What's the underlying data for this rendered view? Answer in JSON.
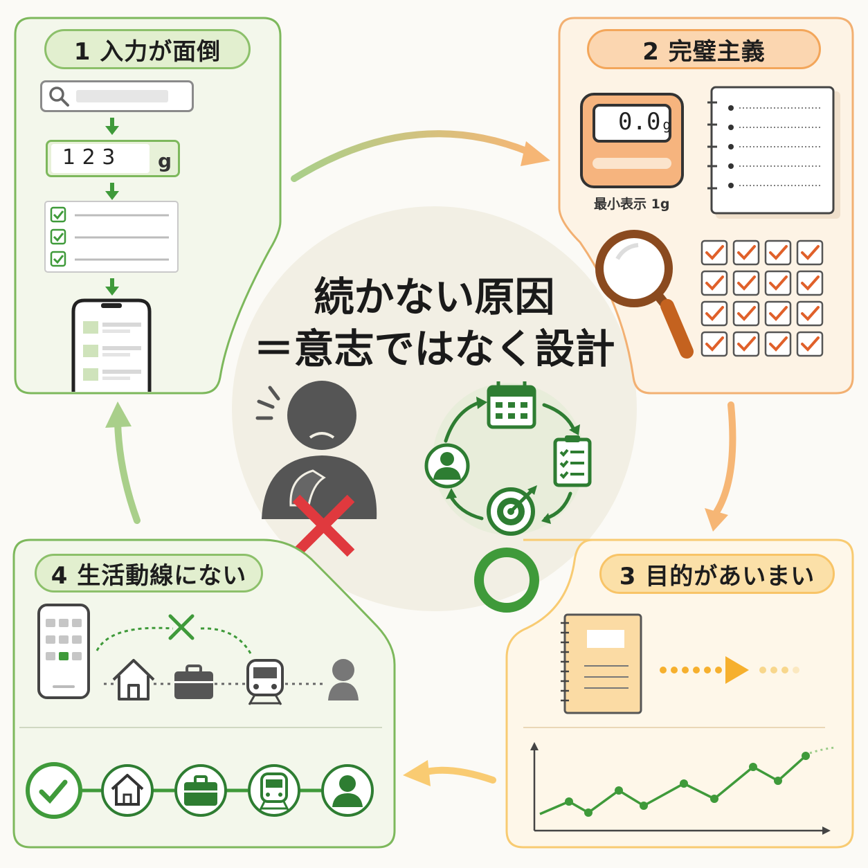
{
  "center": {
    "title_line1": "続かない原因",
    "title_line2": "＝意志ではなく設計"
  },
  "panels": [
    {
      "id": "p1",
      "label": "1  入力が面倒",
      "input_value": "1 2 3",
      "unit": "g"
    },
    {
      "id": "p2",
      "label": "2  完璧主義",
      "scale_display": "0.0",
      "scale_unit": "g",
      "scale_caption": "最小表示 1g"
    },
    {
      "id": "p3",
      "label": "3  目的があいまい"
    },
    {
      "id": "p4",
      "label": "4  生活動線にない"
    }
  ],
  "colors": {
    "green": "#3f9a3a",
    "dark_green": "#2e7d32",
    "orange": "#f3a65a",
    "check_orange": "#e0602a",
    "red": "#e0393e",
    "gray": "#5f5f5f"
  },
  "icons": [
    "search-icon",
    "arrow-down-icon",
    "checkbox-icon",
    "smartphone-icon",
    "scale-icon",
    "notebook-icon",
    "magnifier-icon",
    "checkbox-grid",
    "calendar-icon",
    "checklist-icon",
    "target-icon",
    "person-icon",
    "home-icon",
    "briefcase-icon",
    "train-icon",
    "check-circle-icon",
    "cross-icon",
    "circle-mark-icon"
  ]
}
